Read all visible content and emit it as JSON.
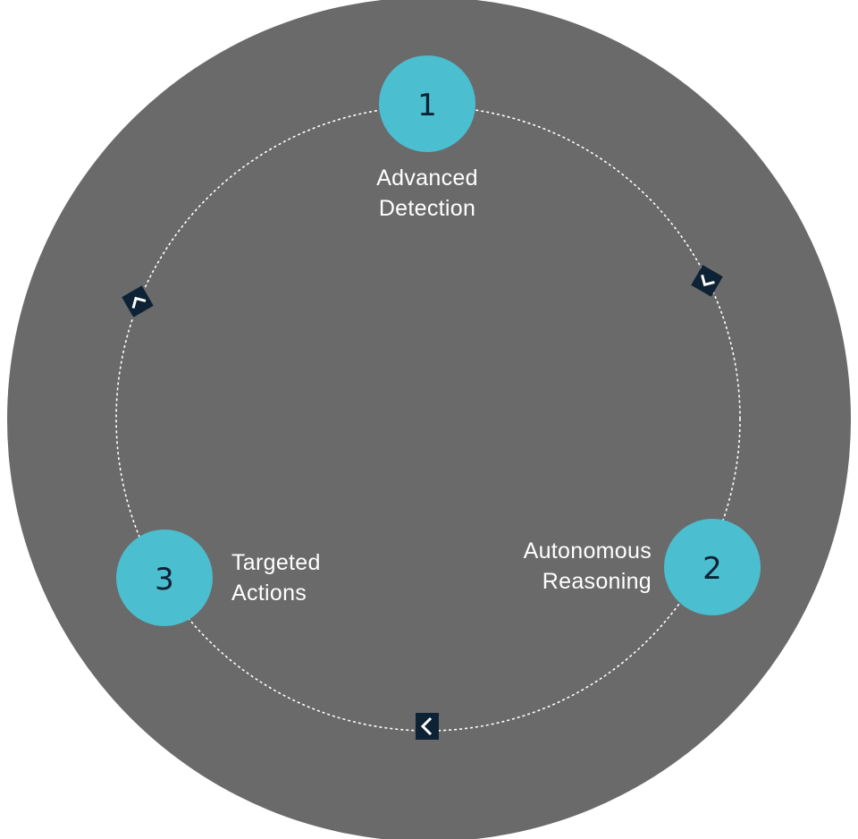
{
  "colors": {
    "background_disc": "#6a6a6a",
    "page": "#ffffff",
    "step_circle": "#4bbecf",
    "step_number": "#0d2234",
    "label_text": "#ffffff",
    "dashed_ring": "#ffffff",
    "arrow_marker": "#0d2234",
    "arrow_chevron": "#ffffff"
  },
  "steps": [
    {
      "number": "1",
      "label_line1": "Advanced",
      "label_line2": "Detection"
    },
    {
      "number": "2",
      "label_line1": "Autonomous",
      "label_line2": "Reasoning"
    },
    {
      "number": "3",
      "label_line1": "Targeted",
      "label_line2": "Actions"
    }
  ],
  "connectors": [
    {
      "from_step": "1",
      "to_step": "2",
      "icon": "chevron-icon"
    },
    {
      "from_step": "2",
      "to_step": "3",
      "icon": "chevron-icon"
    },
    {
      "from_step": "3",
      "to_step": "1",
      "icon": "chevron-icon"
    }
  ]
}
